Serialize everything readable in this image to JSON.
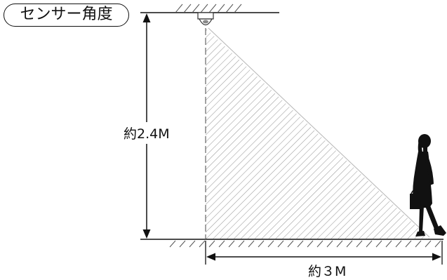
{
  "title": "センサー角度",
  "height_label": "約2.4M",
  "distance_label": "約３M",
  "icons": {
    "sensor": "ceiling-sensor-icon",
    "person": "walking-person-silhouette-icon"
  },
  "colors": {
    "line": "#111111",
    "hatch": "#9a9a9a",
    "background": "#ffffff"
  }
}
